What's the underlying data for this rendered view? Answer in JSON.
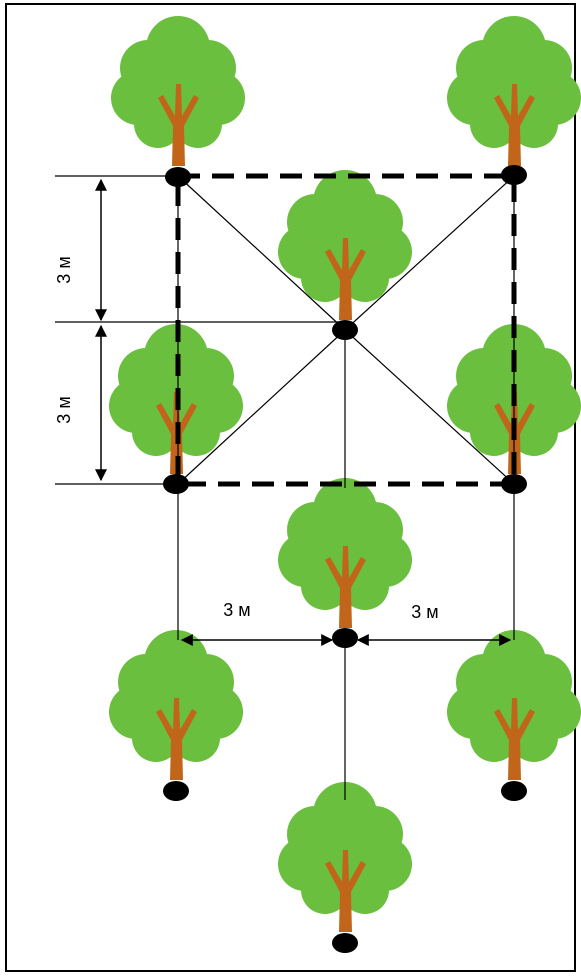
{
  "colors": {
    "frame": "#000000",
    "foliage": "#6bbf3f",
    "trunk": "#c0651a",
    "dot": "#000000",
    "dashed_square": "#000000",
    "thin_line": "#000000"
  },
  "labels": {
    "vertical_top": "3 м",
    "vertical_bottom": "3 м",
    "horizontal_left": "3 м",
    "horizontal_right": "3 м"
  },
  "trees": [
    {
      "name": "tree-top-left"
    },
    {
      "name": "tree-top-right"
    },
    {
      "name": "tree-center-upper"
    },
    {
      "name": "tree-mid-left"
    },
    {
      "name": "tree-mid-right"
    },
    {
      "name": "tree-center-lower"
    },
    {
      "name": "tree-bottom-left"
    },
    {
      "name": "tree-bottom-right"
    },
    {
      "name": "tree-bottom-center"
    }
  ]
}
